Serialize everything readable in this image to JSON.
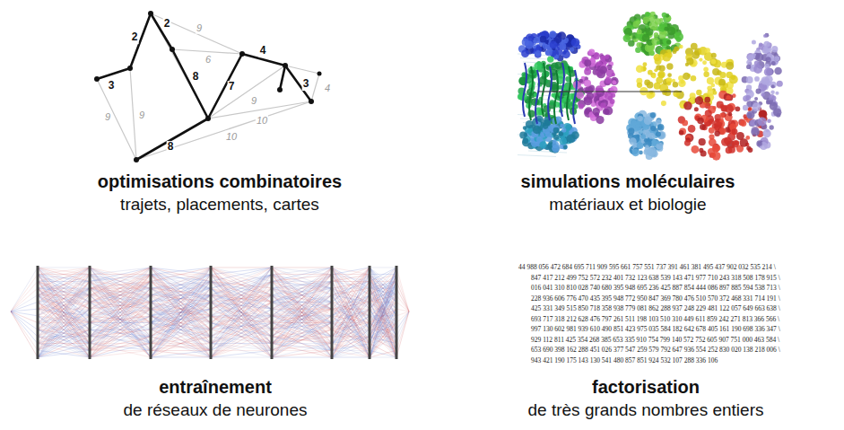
{
  "diagram": {
    "labels": [
      "optimisations combinatoires",
      "trajets, placements, cartes",
      "simulations moléculaires",
      "matériaux et biologie",
      "entraînement",
      "de réseaux de neurones",
      "factorisation",
      "de très grands nombres entiers",
      "3",
      "2",
      "2",
      "8",
      "8",
      "7",
      "4",
      "3",
      "9",
      "9",
      "9",
      "6",
      "9",
      "10",
      "10",
      "4",
      "44 988 056 472 684 695 711 909 595 661 757 551 737 391 461 381 495 437 902 032 535 214 \\",
      "847 417 212 499 752 572 232 401 732 123 638 539 143 471 977 710 243 318 508 178 915 \\",
      "016 041 310 810 028 740 680 395 948 695 236 425 887 854 444 086 897 885 594 538 713 \\",
      "228 936 606 776 470 435 395 948 772 950 847 369 780 476 510 570 372 468 331 714 191 \\",
      "425 331 349 515 850 718 358 938 779 081 862 288 937 248 229 481 122 057 649 663 638 \\",
      "693 717 318 212 628 476 797 261 511 198 103 510 310 449 611 859 242 271 813 366 566 \\",
      "997 130 602 981 939 610 490 851 423 975 035 584 182 642 678 405 161 190 698 336 347 \\",
      "929 112 811 425 354 268 385 653 335 910 754 799 140 572 752 605 907 751 000 463 584 \\",
      "653 690 398 162 288 451 026 377 547 259 579 792 647 936 554 252 830 020 138 218 006 \\",
      "943 421 190 175 143 130 541 480 857 851 924 532 107 288 336 106"
    ]
  }
}
